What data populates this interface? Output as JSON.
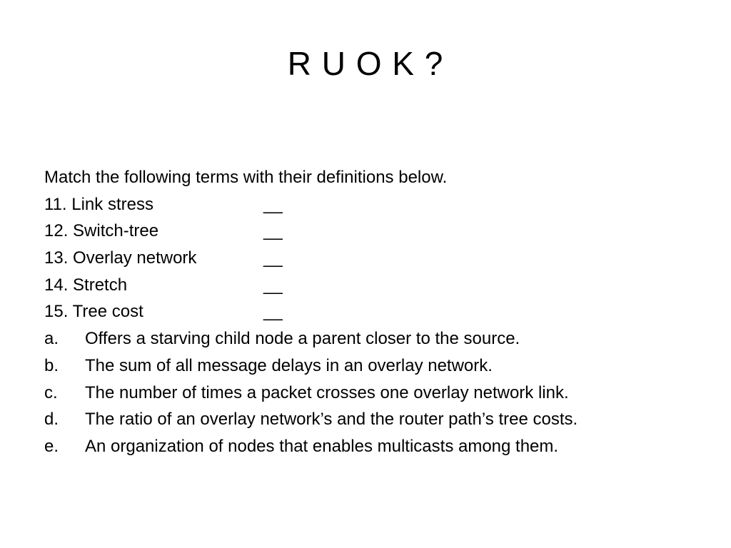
{
  "slide": {
    "title": "R U O K ?",
    "instruction": "Match the following terms with their definitions below.",
    "terms": [
      {
        "label": "11. Link stress",
        "blank": "__"
      },
      {
        "label": "12. Switch-tree",
        "blank": "__"
      },
      {
        "label": "13. Overlay network",
        "blank": "__"
      },
      {
        "label": "14. Stretch",
        "blank": "__"
      },
      {
        "label": "15. Tree cost",
        "blank": "__"
      }
    ],
    "definitions": [
      {
        "marker": "a.",
        "text": "Offers a starving child node a parent closer to the source."
      },
      {
        "marker": "b.",
        "text": "The sum of all message delays in an overlay network."
      },
      {
        "marker": "c.",
        "text": "The number of times a packet crosses one overlay network link."
      },
      {
        "marker": "d.",
        "text": "The ratio of an overlay network’s and the router path’s tree costs."
      },
      {
        "marker": "e.",
        "text": "An organization of nodes that enables multicasts among them."
      }
    ]
  }
}
